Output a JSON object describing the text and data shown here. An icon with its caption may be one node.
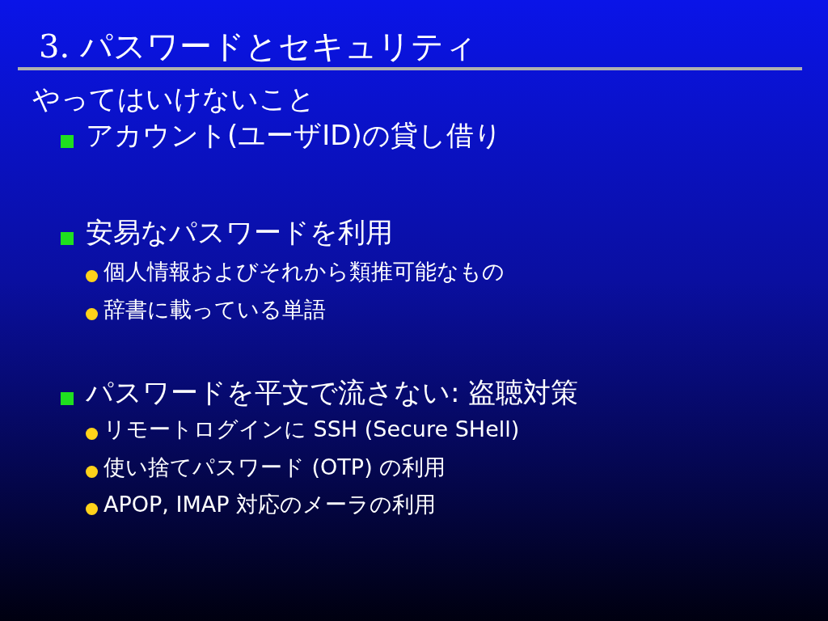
{
  "diagram": {
    "title": "3. パスワードとセキュリティ",
    "labels": [
      "やってはいけないこと",
      "アカウント(ユーザID)の貸し借り",
      "安易なパスワードを利用",
      "個人情報およびそれから類推可能なもの",
      "辞書に載っている単語",
      "パスワードを平文で流さない: 盗聴対策",
      "リモートログインに SSH (Secure SHell)",
      "使い捨てパスワード (OTP) の利用",
      "APOP, IMAP 対応のメーラの利用"
    ]
  }
}
